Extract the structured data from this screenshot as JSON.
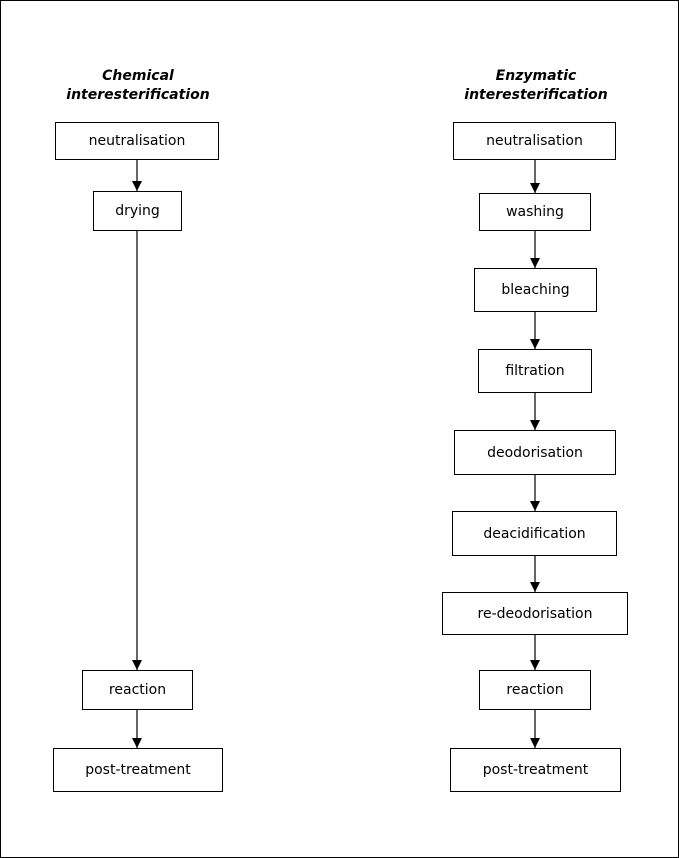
{
  "columns": {
    "chemical": {
      "title_line1": "Chemical",
      "title_line2": "interesterification",
      "steps": [
        "neutralisation",
        "drying",
        "reaction",
        "post-treatment"
      ]
    },
    "enzymatic": {
      "title_line1": "Enzymatic",
      "title_line2": "interesterification",
      "steps": [
        "neutralisation",
        "washing",
        "bleaching",
        "filtration",
        "deodorisation",
        "deacidification",
        "re-deodorisation",
        "reaction",
        "post-treatment"
      ]
    }
  }
}
